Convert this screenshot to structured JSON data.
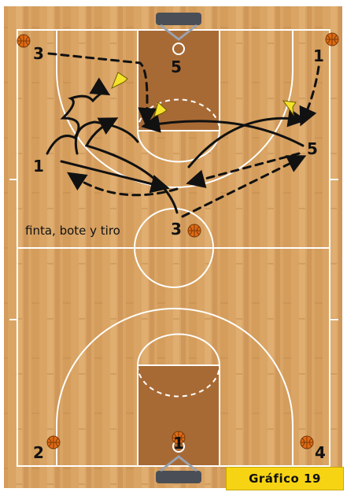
{
  "players": {
    "offense_top_left": "3",
    "offense_top_right": "1",
    "offense_left_wing": "1",
    "offense_right_post": "5",
    "offense_top_center": "5",
    "offense_center": "3",
    "bottom_left": "2",
    "bottom_right": "4",
    "bottom_center": "1"
  },
  "annotation": "finta, bote y tiro",
  "figure_label": "Gráfico 19",
  "colors": {
    "court_wood": "#d9a464",
    "court_paint": "#a86a35",
    "lines": "#ffffff",
    "highlight_arrow": "#f4e22a",
    "ball": "#e06a14",
    "label_badge": "#f6d414"
  }
}
